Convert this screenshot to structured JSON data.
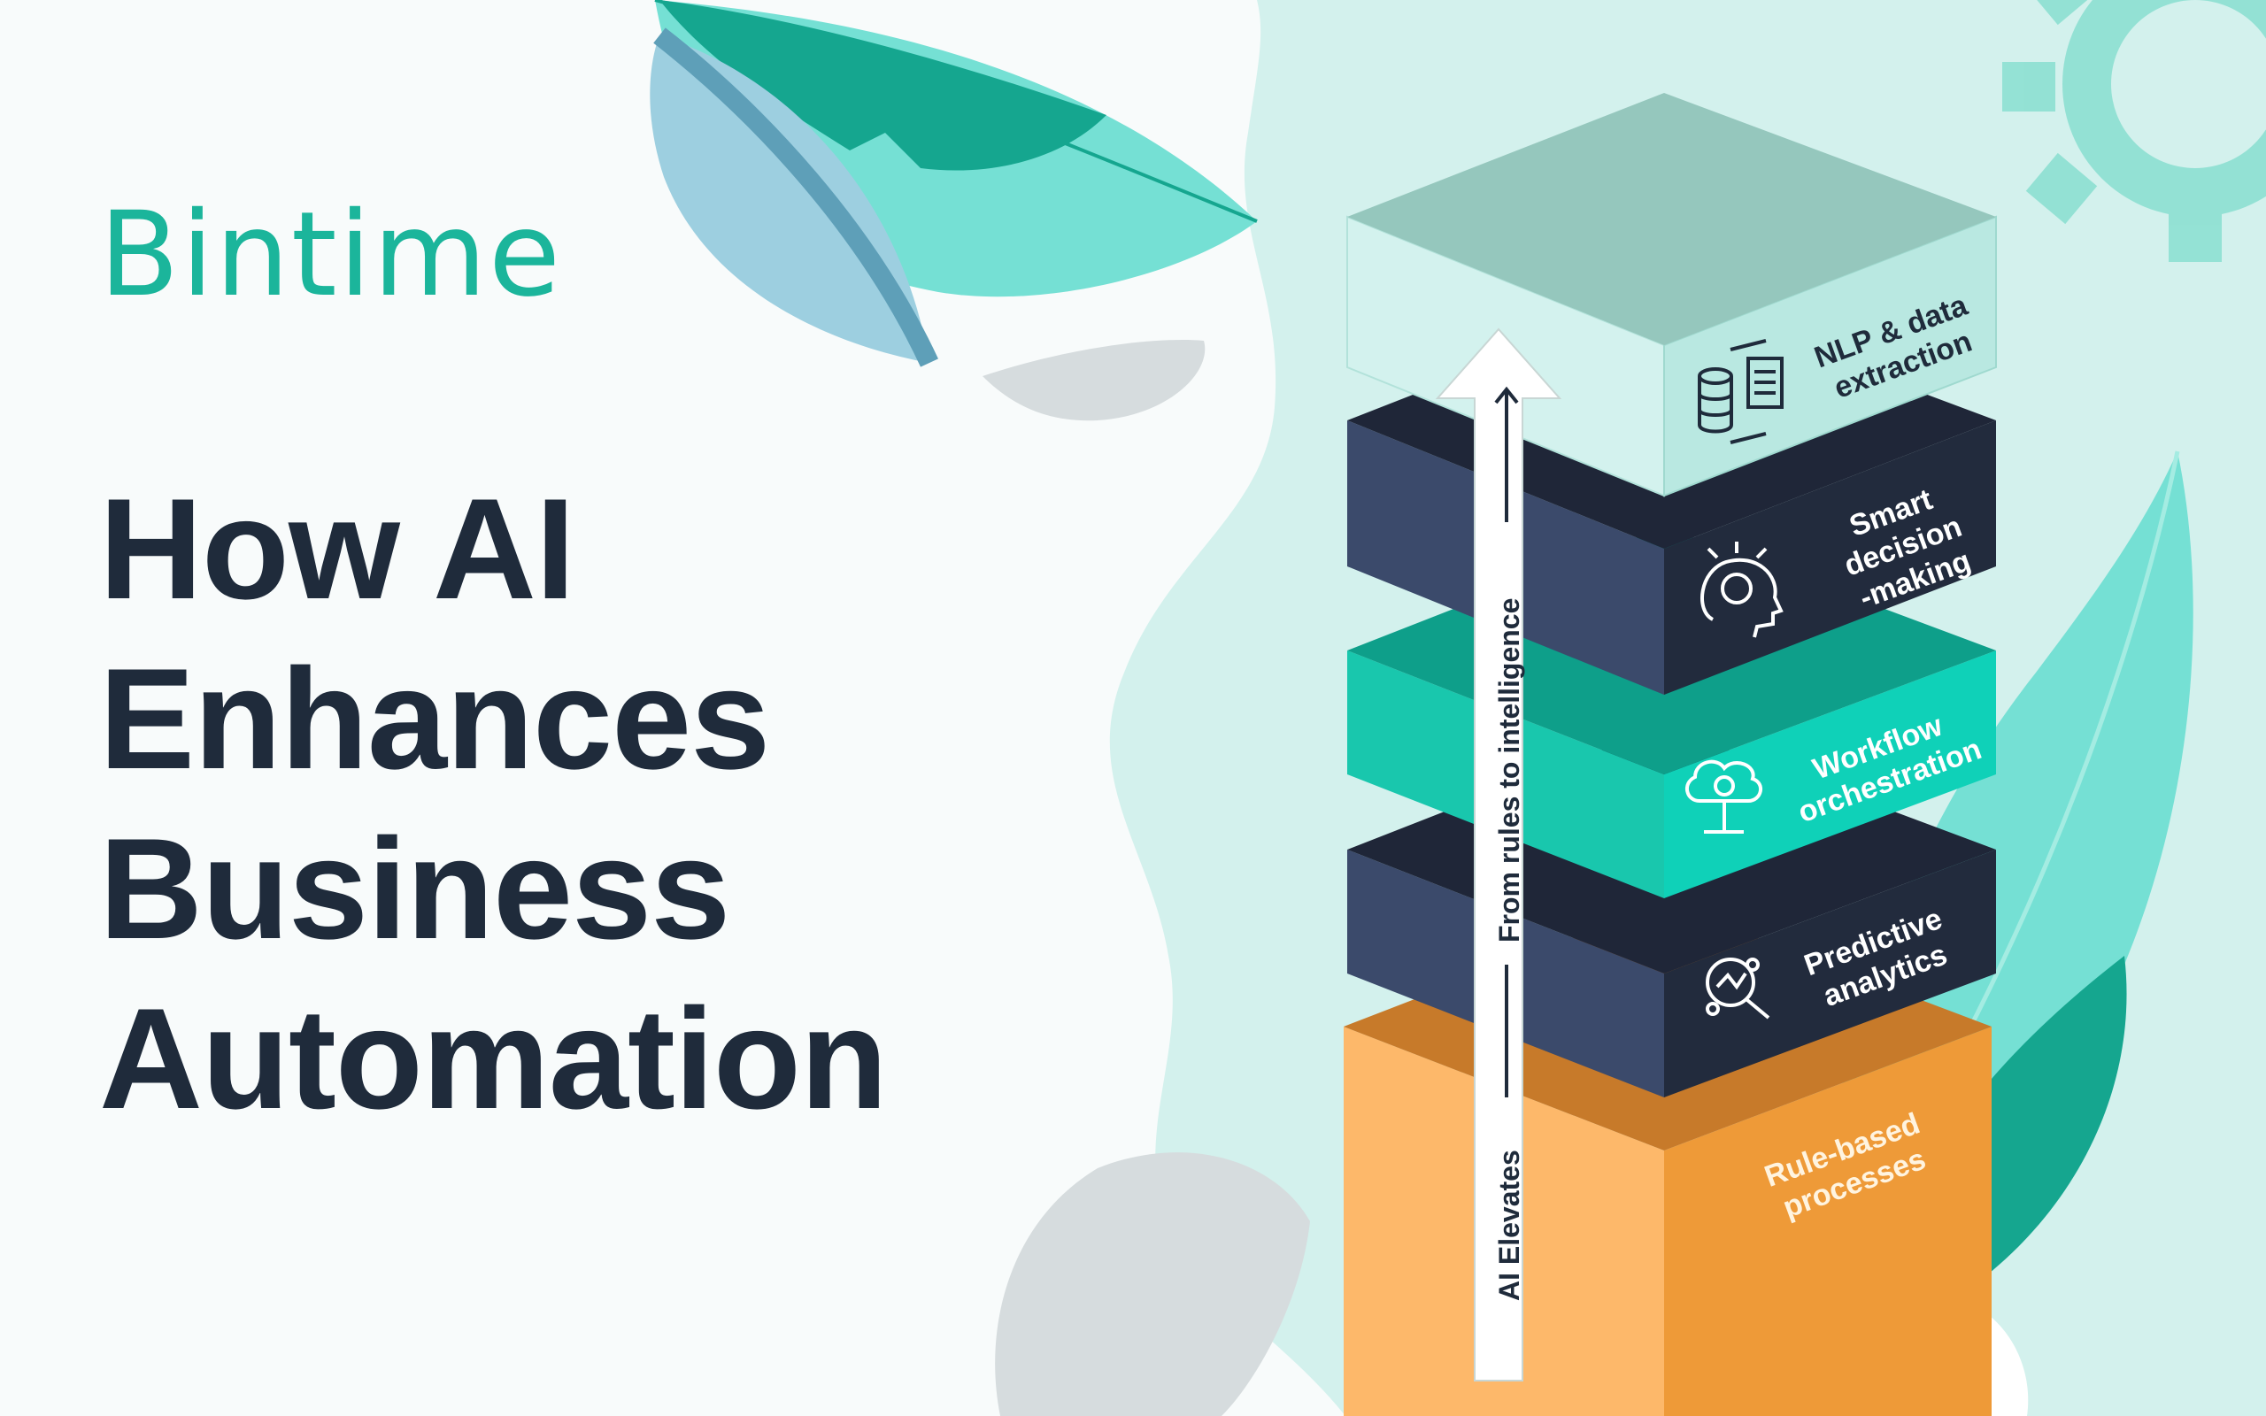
{
  "brand": {
    "logo_text": "Bintime"
  },
  "headline": {
    "lines": [
      "How AI",
      "Enhances",
      "Business",
      "Automation"
    ]
  },
  "diagram": {
    "arrow_label": "AI Elevates — From rules to intelligence",
    "arrow_label_bottom": "AI Elevates",
    "arrow_label_top": "From rules to intelligence",
    "layers": [
      {
        "label_lines": [
          "Rule-based",
          "processes"
        ],
        "color": "#f0a443",
        "icon": ""
      },
      {
        "label_lines": [
          "Predictive",
          "analytics"
        ],
        "color": "#3b4a6b",
        "icon": "magnifier-analytics-icon"
      },
      {
        "label_lines": [
          "Workflow",
          "orchestration"
        ],
        "color": "#19c7ad",
        "icon": "cloud-gear-icon"
      },
      {
        "label_lines": [
          "Smart",
          "decision",
          "-making"
        ],
        "color": "#3b4a6b",
        "icon": "brain-head-icon"
      },
      {
        "label_lines": [
          "NLP & data",
          "extraction"
        ],
        "color": "#c6ebe4",
        "icon": "database-document-icon"
      }
    ]
  },
  "colors": {
    "brand": "#1bb59b",
    "headline": "#1f2b3b",
    "navy": "#3b4a6b",
    "teal": "#19c7ad",
    "orange": "#f0a443",
    "mint_bg": "#d3f1ed"
  }
}
